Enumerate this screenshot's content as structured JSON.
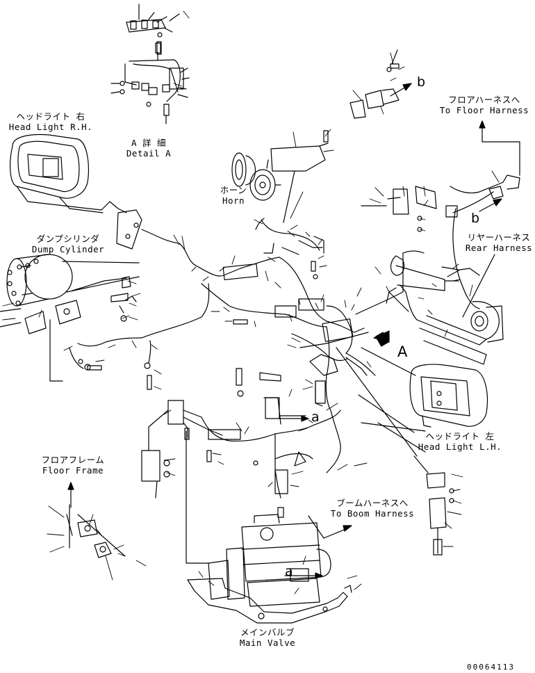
{
  "labels": {
    "head_light_rh": {
      "jp": "ヘッドライト 右",
      "en": "Head Light R.H."
    },
    "detail_a": {
      "jp": "A 詳 細",
      "en": "Detail A"
    },
    "horn": {
      "jp": "ホーン",
      "en": "Horn"
    },
    "to_floor_harness": {
      "jp": "フロアハーネスへ",
      "en": "To Floor Harness"
    },
    "rear_harness": {
      "jp": "リヤーハーネス",
      "en": "Rear Harness"
    },
    "dump_cylinder": {
      "jp": "ダンプシリンダ",
      "en": "Dump Cylinder"
    },
    "head_light_lh": {
      "jp": "ヘッドライト 左",
      "en": "Head Light L.H."
    },
    "floor_frame": {
      "jp": "フロアフレーム",
      "en": "Floor Frame"
    },
    "to_boom_harness": {
      "jp": "ブームハーネスへ",
      "en": "To Boom Harness"
    },
    "main_valve": {
      "jp": "メインバルブ",
      "en": "Main Valve"
    }
  },
  "markers": {
    "a": "a",
    "b": "b",
    "A": "A"
  },
  "drawing_number": "00064113",
  "colors": {
    "line": "#000000",
    "background": "#ffffff"
  }
}
